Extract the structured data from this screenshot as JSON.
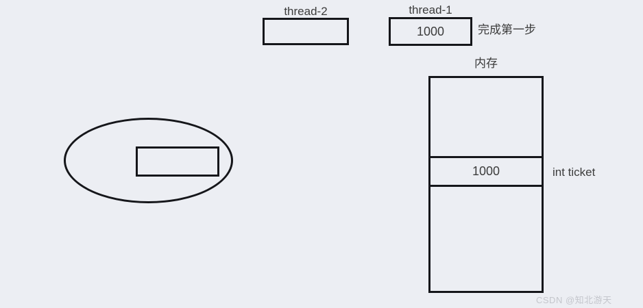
{
  "diagram": {
    "background_color": "#eceef3",
    "stroke_color": "#15161a",
    "text_color": "#3c3c3c",
    "thread2": {
      "title": "thread-2",
      "value": ""
    },
    "thread1": {
      "title": "thread-1",
      "value": "1000",
      "annotation": "完成第一步"
    },
    "memory": {
      "title": "内存",
      "ticket_value": "1000",
      "ticket_label": "int ticket"
    },
    "ellipse_group": {
      "inner_value": ""
    }
  },
  "watermark": {
    "text": "CSDN @知北游天"
  }
}
